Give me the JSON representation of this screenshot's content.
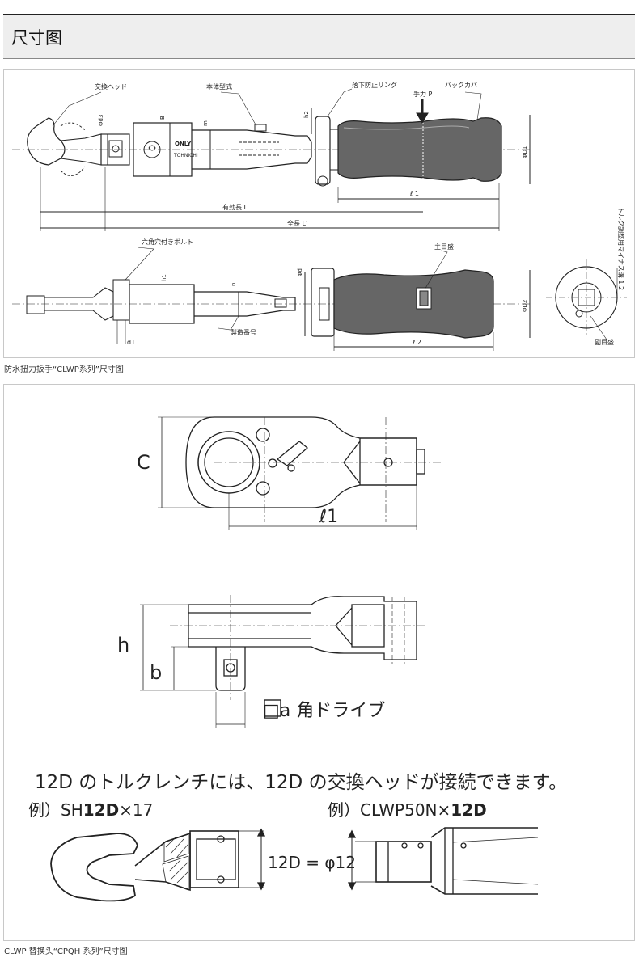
{
  "section": {
    "title": "尺寸图"
  },
  "fig1": {
    "caption": "防水扭力扳手“CLWP系列”尺寸图",
    "labels": {
      "exchange_head": "交換ヘッド",
      "body_stamp": "本体型式",
      "drop_ring": "落下防止リング",
      "force": "手力 P",
      "back_cover": "バックカバ",
      "d3": "Φd3",
      "B": "B",
      "m": "m",
      "h2": "h2",
      "D1": "ΦD1",
      "l1": "ℓ 1",
      "effective_length": "有効長 L",
      "total_length": "全長 L’",
      "hex_bolt": "六角穴付きボルト",
      "main_scale": "主目盛",
      "h1": "h1",
      "n": "n",
      "d": "Φd",
      "D2": "ΦD2",
      "d1": "d1",
      "serial": "製造番号",
      "l2": "ℓ 2",
      "sub_scale": "副目盛",
      "adjust_hole": "トルク調整用マイナス溝 1.2",
      "stamp_only": "ONLY",
      "stamp_brand": "TOHNICHI"
    }
  },
  "fig2": {
    "caption": "CLWP 替换头“CPQH 系列”尺寸图",
    "labels": {
      "C": "C",
      "l1": "ℓ1",
      "h": "h",
      "b": "b",
      "square_drive": "□a 角ドライブ",
      "note": "12D のトルクレンチには、12D の交換ヘッドが接続できます。",
      "example1_prefix": "例）SH",
      "example1_bold": "12D",
      "example1_suffix": "×17",
      "example2_prefix": "例）CLWP50N×",
      "example2_bold": "12D",
      "equation": "12D = φ12"
    }
  }
}
